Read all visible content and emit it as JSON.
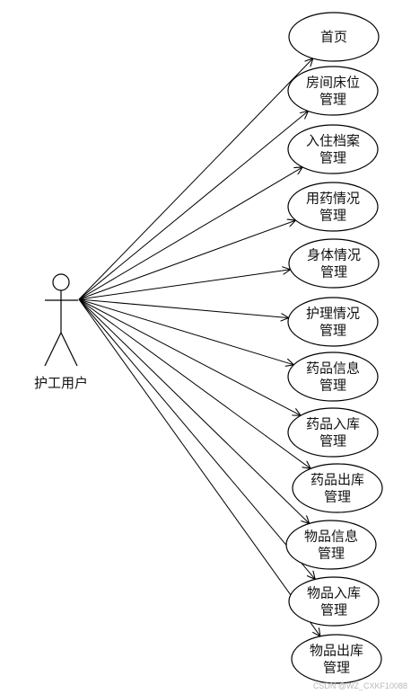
{
  "actor": {
    "label": "护工用户"
  },
  "use_cases": [
    [
      "首页"
    ],
    [
      "房间床位",
      "管理"
    ],
    [
      "入住档案",
      "管理"
    ],
    [
      "用药情况",
      "管理"
    ],
    [
      "身体情况",
      "管理"
    ],
    [
      "护理情况",
      "管理"
    ],
    [
      "药品信息",
      "管理"
    ],
    [
      "药品入库",
      "管理"
    ],
    [
      "药品出库",
      "管理"
    ],
    [
      "物品信息",
      "管理"
    ],
    [
      "物品入库",
      "管理"
    ],
    [
      "物品出库",
      "管理"
    ]
  ],
  "watermark": "CSDN @WZ_CXKF10088"
}
